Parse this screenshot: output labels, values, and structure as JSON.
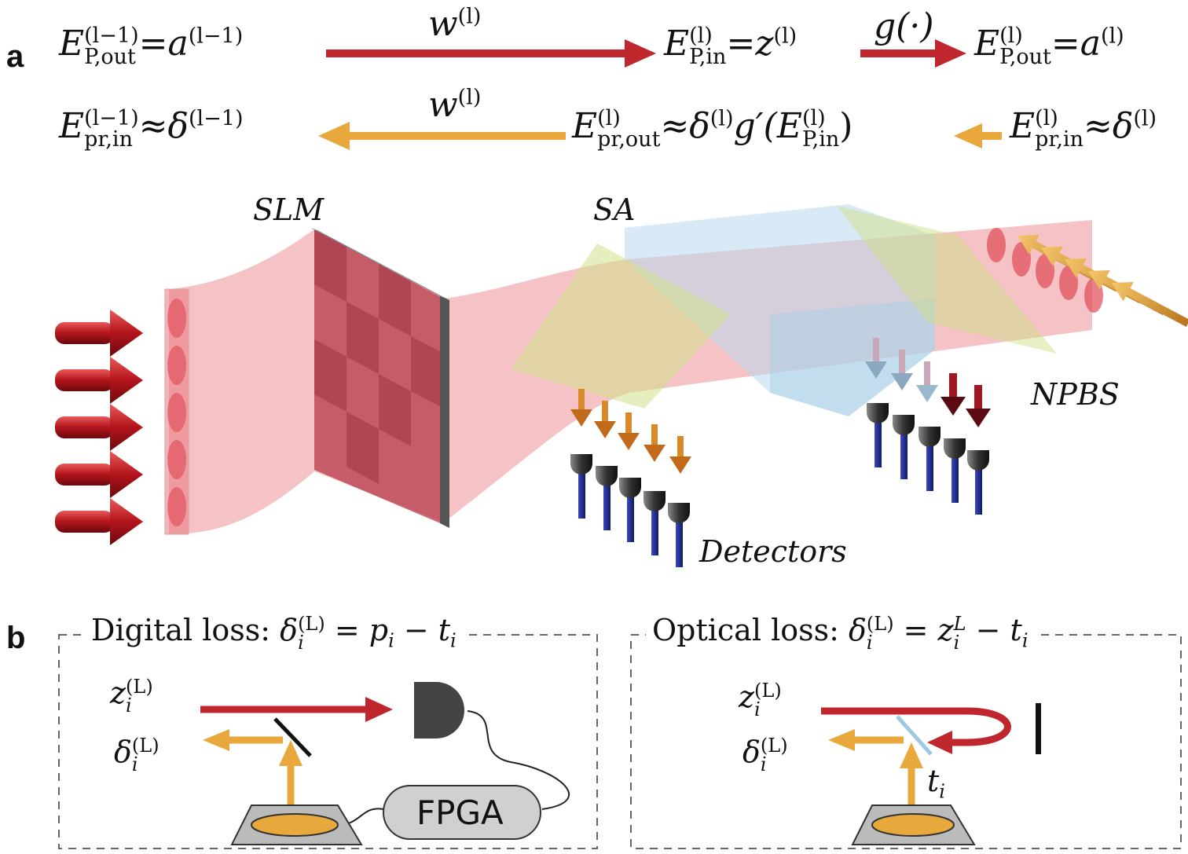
{
  "panel_a": {
    "label": "a",
    "forward": {
      "left": "E",
      "left_sup": "(l−1)",
      "left_sub": "P,out",
      "left_rhs": "=a",
      "left_rhs_sup": "(l−1)",
      "arrow1_label": "w",
      "arrow1_label_sup": "(l)",
      "mid": "E",
      "mid_sup": "(l)",
      "mid_sub": "P,in",
      "mid_rhs": "=z",
      "mid_rhs_sup": "(l)",
      "arrow2_label": "g(·)",
      "right": "E",
      "right_sup": "(l)",
      "right_sub": "P,out",
      "right_rhs": "=a",
      "right_rhs_sup": "(l)"
    },
    "backward": {
      "left": "E",
      "left_sup": "(l−1)",
      "left_sub": "pr,in",
      "left_rhs": "≈δ",
      "left_rhs_sup": "(l−1)",
      "arrow_label": "w",
      "arrow_label_sup": "(l)",
      "mid": "E",
      "mid_sup": "(l)",
      "mid_sub": "pr,out",
      "mid_rhs": "≈δ",
      "mid_rhs_sup": "(l)",
      "mid_g": "g′(E",
      "mid_g_sup": "(l)",
      "mid_g_sub": "P,in",
      "mid_g_close": ")",
      "right": "E",
      "right_sup": "(l)",
      "right_sub": "pr,in",
      "right_rhs": "≈δ",
      "right_rhs_sup": "(l)"
    },
    "labels": {
      "slm": "SLM",
      "sa": "SA",
      "npbs": "NPBS",
      "detectors": "Detectors"
    }
  },
  "panel_b": {
    "label": "b",
    "digital": {
      "title": "Digital loss: ",
      "delta": "δ",
      "delta_sup": "(L)",
      "delta_sub": "i",
      "eq": " = p",
      "p_sub": "i",
      "minus": " − t",
      "t_sub": "i",
      "z": "z",
      "z_sup": "(L)",
      "z_sub": "i",
      "d": "δ",
      "d_sup": "(L)",
      "d_sub": "i",
      "fpga": "FPGA"
    },
    "optical": {
      "title": "Optical loss: ",
      "delta": "δ",
      "delta_sup": "(L)",
      "delta_sub": "i",
      "eq": " = z",
      "z_sup_eq": "L",
      "z_sub_eq": "i",
      "minus": " − t",
      "t_sub": "i",
      "z": "z",
      "z_sup": "(L)",
      "z_sub": "i",
      "d": "δ",
      "d_sup": "(L)",
      "d_sub": "i",
      "t": "t",
      "t_label_sub": "i"
    }
  },
  "colors": {
    "red": "#c0262e",
    "orange": "#e8a83c",
    "beam": "#e8797e",
    "green": "#cfe08a",
    "blue_box": "#b8d8ec",
    "detector": "#444444",
    "stem": "#1c2a8a"
  }
}
